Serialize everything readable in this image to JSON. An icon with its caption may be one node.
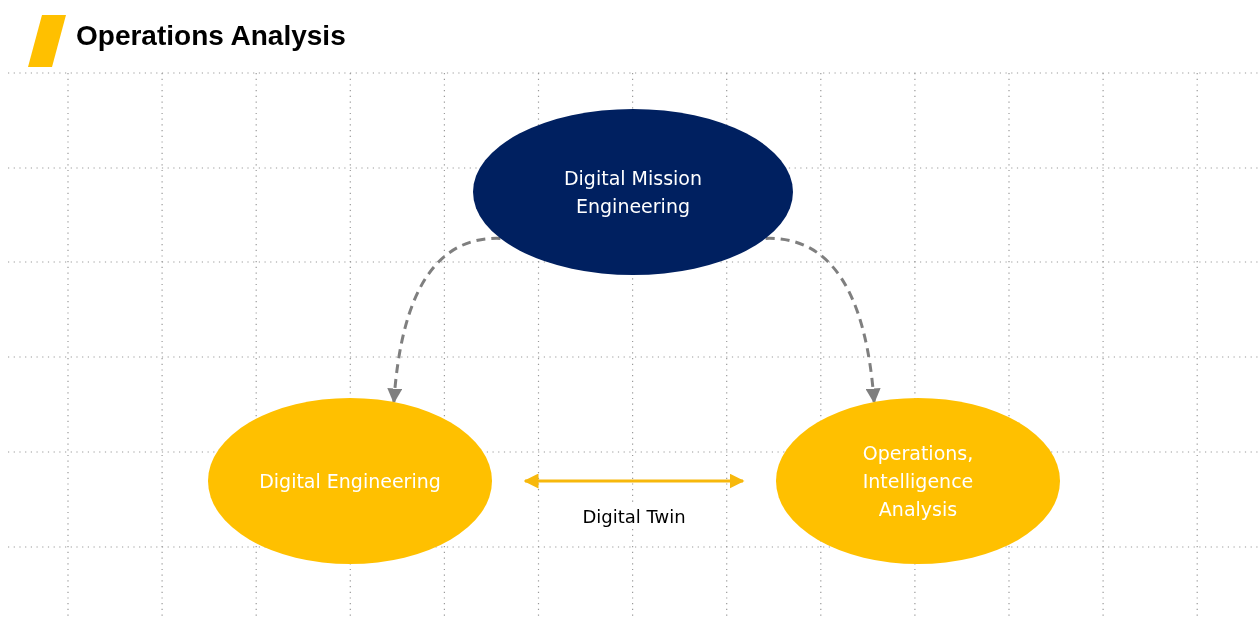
{
  "diagram": {
    "title": "Operations Analysis",
    "nodes": [
      {
        "text": [
          "Digital Mission Engineering"
        ]
      },
      {
        "text": [
          "Digital Engineering"
        ]
      },
      {
        "text": [
          "Operations, Intelligence Analysis"
        ]
      }
    ],
    "edges": [
      {
        "from": 0,
        "to": 1,
        "arrow": "to",
        "style": "dashed"
      },
      {
        "from": 0,
        "to": 2,
        "arrow": "to",
        "style": "dashed"
      },
      {
        "from": 1,
        "to": 2,
        "arrow": "both",
        "label": "Digital Twin",
        "color": "#f7b80c"
      }
    ]
  }
}
